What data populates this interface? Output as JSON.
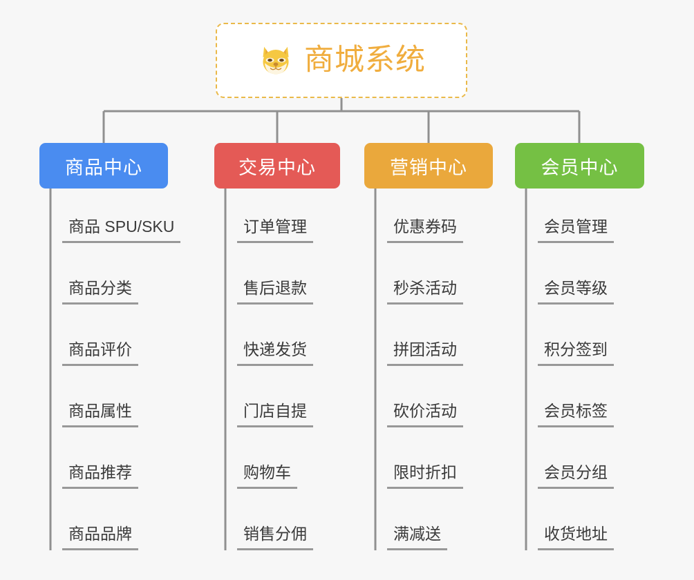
{
  "page": {
    "background_color": "#f7f7f7",
    "type": "organization-chart"
  },
  "root": {
    "title": "商城系统",
    "icon": "shiba-dog-face-icon",
    "text_color": "#f0ad3e",
    "border_color": "#eab949",
    "background_color": "#ffffff"
  },
  "connector": {
    "color": "#909090"
  },
  "columns": [
    {
      "id": "product-center",
      "label": "商品中心",
      "color": "#4a8cf0",
      "items": [
        "商品 SPU/SKU",
        "商品分类",
        "商品评价",
        "商品属性",
        "商品推荐",
        "商品品牌"
      ]
    },
    {
      "id": "trade-center",
      "label": "交易中心",
      "color": "#e45a56",
      "items": [
        "订单管理",
        "售后退款",
        "快递发货",
        "门店自提",
        "购物车",
        "销售分佣"
      ]
    },
    {
      "id": "marketing-center",
      "label": "营销中心",
      "color": "#eaa83c",
      "items": [
        "优惠券码",
        "秒杀活动",
        "拼团活动",
        "砍价活动",
        "限时折扣",
        "满减送"
      ]
    },
    {
      "id": "member-center",
      "label": "会员中心",
      "color": "#75c044",
      "items": [
        "会员管理",
        "会员等级",
        "积分签到",
        "会员标签",
        "会员分组",
        "收货地址"
      ]
    }
  ]
}
